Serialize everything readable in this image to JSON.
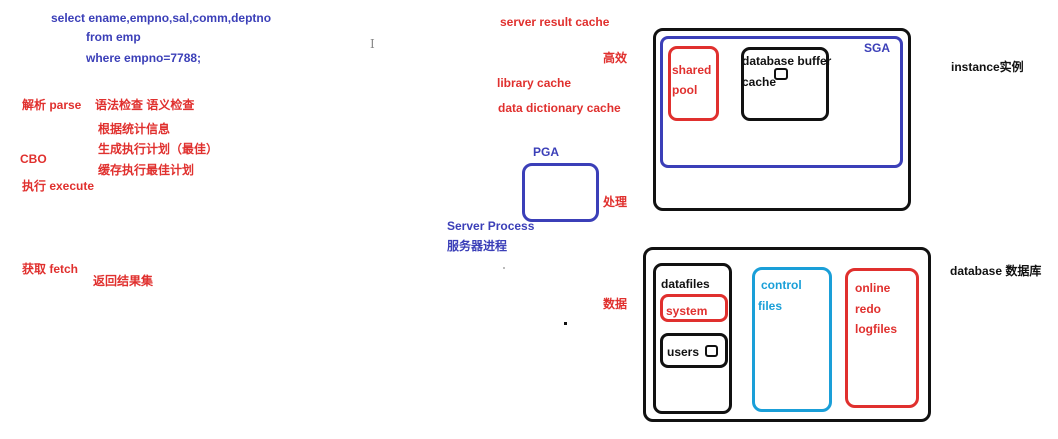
{
  "sql": {
    "line1": "select ename,empno,sal,comm,deptno",
    "line2": "from emp",
    "line3": "where empno=7788;"
  },
  "steps": {
    "parse": "解析 parse",
    "check": "语法检查 语义检查",
    "stats": "根据统计信息",
    "plan": "生成执行计划（最佳）",
    "cache_plan": "缓存执行最佳计划",
    "cbo": "CBO",
    "execute": "执行 execute",
    "fetch": "获取 fetch",
    "return": "返回结果集"
  },
  "caches": {
    "server_result": "server result cache",
    "efficient": "高效",
    "library": "library cache",
    "dictionary": "data dictionary cache"
  },
  "process": {
    "pga": "PGA",
    "handle": "处理",
    "server_process": "Server Process",
    "server_process_cn": "服务器进程",
    "data": "数据"
  },
  "instance": {
    "label": "instance实例",
    "sga": "SGA",
    "shared_pool_1": "shared",
    "shared_pool_2": "pool",
    "buffer_1": "database buffer",
    "buffer_2": "cache"
  },
  "database": {
    "label": "database  数据库",
    "datafiles": "datafiles",
    "system": "system",
    "users": "users",
    "control_1": "control",
    "control_2": "files",
    "redo_1": "online",
    "redo_2": "redo",
    "redo_3": "logfiles"
  },
  "colors": {
    "blue": "#3b3fb8",
    "red": "#e0302e",
    "black": "#111111",
    "cyan": "#1a9fd8"
  }
}
